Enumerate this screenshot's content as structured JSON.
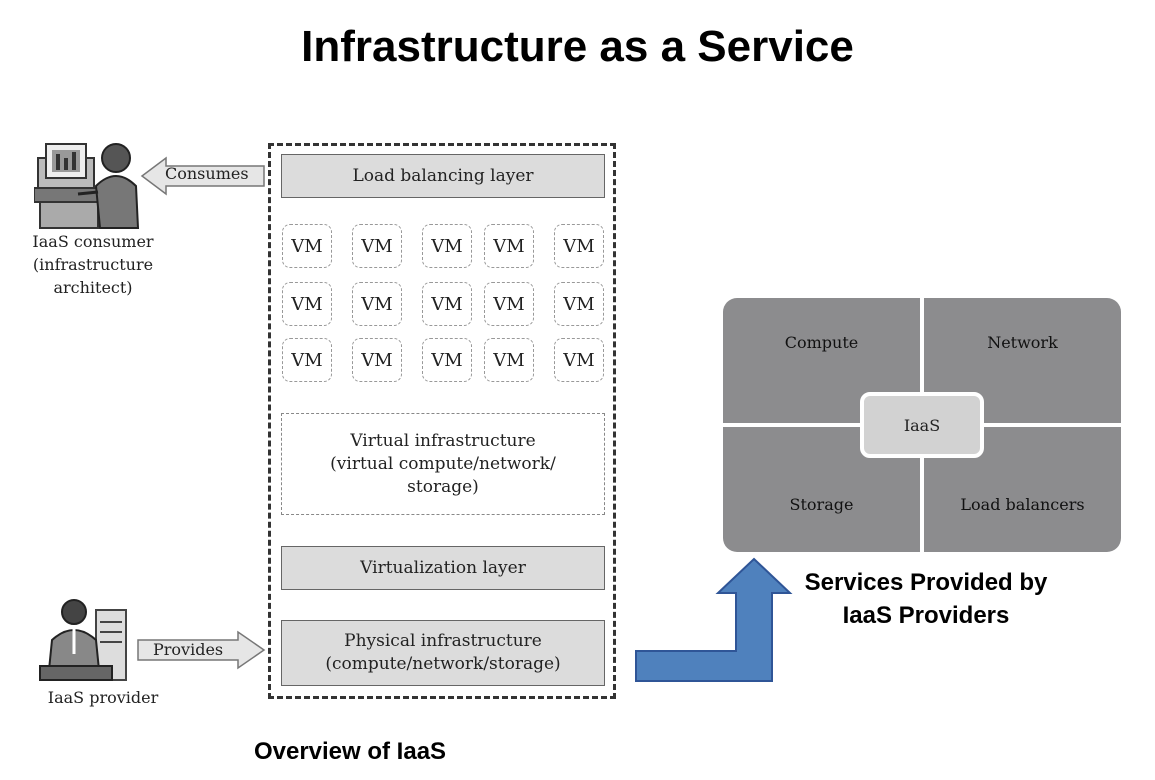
{
  "title": "Infrastructure as a Service",
  "overview": {
    "caption": "Overview of IaaS",
    "consumer": {
      "arrow_label": "Consumes",
      "label_lines": [
        "IaaS consumer",
        "(infrastructure",
        "architect)"
      ]
    },
    "provider": {
      "arrow_label": "Provides",
      "label": "IaaS provider"
    },
    "layers": {
      "load_balancing": "Load balancing layer",
      "virtual_infrastructure": [
        "Virtual infrastructure",
        "(virtual compute/network/",
        "storage)"
      ],
      "virtualization": "Virtualization layer",
      "physical": [
        "Physical infrastructure",
        "(compute/network/storage)"
      ]
    },
    "vm_label": "VM",
    "vm_grid": {
      "rows": 3,
      "cols": 5
    }
  },
  "services": {
    "caption_lines": [
      "Services Provided by",
      "IaaS Providers"
    ],
    "center": "IaaS",
    "quadrants": {
      "compute": "Compute",
      "network": "Network",
      "storage": "Storage",
      "load_balancers": "Load balancers"
    }
  },
  "colors": {
    "quadrant_fill": "#8c8c8e",
    "layer_fill": "#dcdcdc",
    "blue_arrow": "#4f81bd"
  },
  "icons": {
    "consumer": "person-at-computer-icon",
    "provider": "person-with-server-icon"
  }
}
